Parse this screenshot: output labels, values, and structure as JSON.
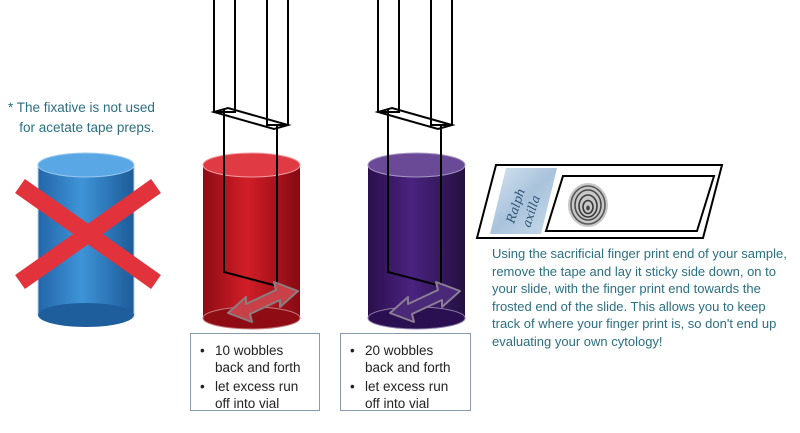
{
  "note": "* The fixative is not used\n   for acetate tape preps.",
  "steps": [
    {
      "items": [
        "10 wobbles\nback and forth",
        "let excess run\noff into vial"
      ]
    },
    {
      "items": [
        "20 wobbles\nback and forth",
        "let excess run\noff into vial"
      ]
    }
  ],
  "slide_label": {
    "line1": "Ralph",
    "line2": "axilla"
  },
  "instructions": "Using the sacrificial finger print end of your sample, remove the tape and lay it sticky side down, on to your slide, with the finger print end towards the frosted end of the slide. This allows you to keep track of where your finger print is, so don't end up evaluating your own cytology!",
  "colors": {
    "fixative_vial": "#2f7fc6",
    "red_stain_vial": "#b5121b",
    "blue_stain_vial": "#3a1966",
    "cross": "#e2323c",
    "text_teal": "#2b6f82"
  },
  "icons": [
    "x-cross-icon",
    "double-arrow-icon",
    "fingerprint-icon"
  ]
}
